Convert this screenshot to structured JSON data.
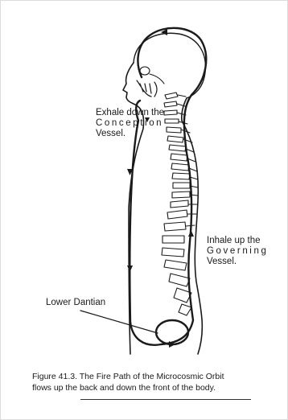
{
  "labels": {
    "exhale": [
      "Exhale down the",
      "Conception",
      "Vessel."
    ],
    "inhale": [
      "Inhale up the",
      "Governing",
      "Vessel."
    ],
    "lower_dantian": "Lower Dantian"
  },
  "caption": [
    "Figure 41.3. The Fire Path of the Microcosmic Orbit",
    "flows up the back and down the front of the body."
  ],
  "colors": {
    "line": "#1a1a1a",
    "background": "#ffffff"
  }
}
